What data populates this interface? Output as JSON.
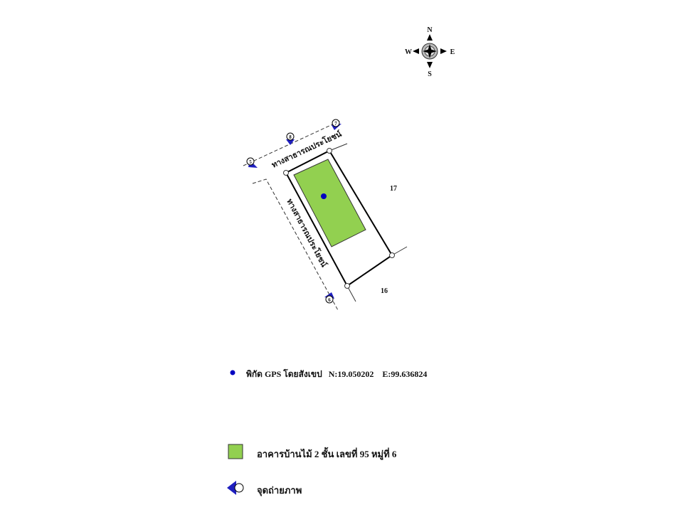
{
  "compass": {
    "n": "N",
    "s": "S",
    "e": "E",
    "w": "W"
  },
  "map": {
    "road_label_top": "ทางสาธารณประโยชน์",
    "road_label_left": "ทางสาธารณประโยชน์",
    "neighbor_parcels": [
      "17",
      "16"
    ],
    "photo_points": [
      "5",
      "8",
      "7",
      "6"
    ]
  },
  "legend": {
    "gps_label": "พิกัด GPS โดยสังเขป",
    "gps_n": "N:19.050202",
    "gps_e": "E:99.636824",
    "building_label": "อาคารบ้านไม้ 2 ชั้น  เลขที่ 95 หมู่ที่ 6",
    "photo_label": "จุดถ่ายภาพ"
  },
  "colors": {
    "building": "#92d050",
    "marker": "#1f1fbf",
    "gps": "#0000c0"
  }
}
